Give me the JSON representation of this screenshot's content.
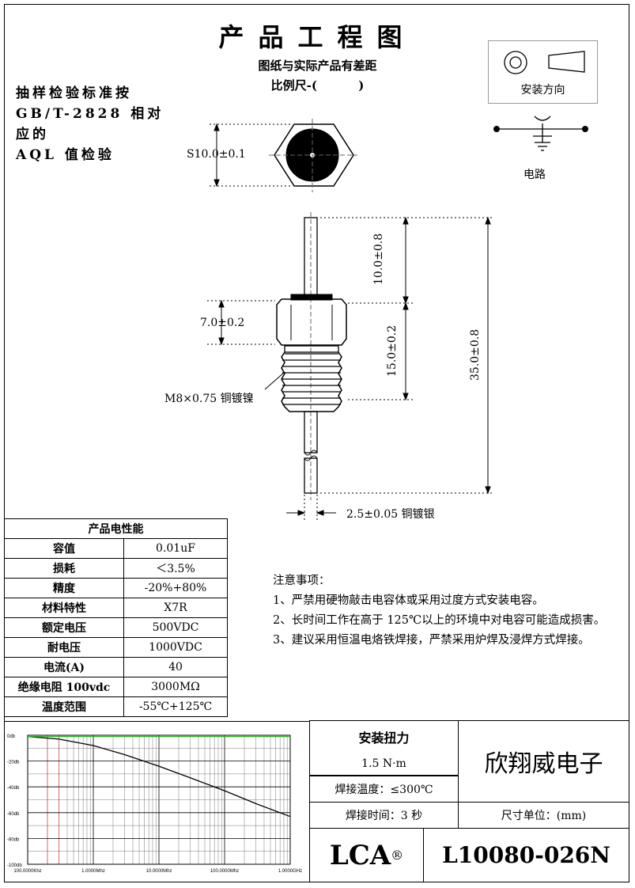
{
  "header": {
    "title": "产品工程图",
    "subtitle": "图纸与实际产品有差距",
    "scale": "比例尺-(          )"
  },
  "sampling_note": [
    "抽样检验标准按",
    "GB/T-2828 相对应的",
    "AQL 值检验"
  ],
  "install_direction": {
    "label": "安装方向"
  },
  "circuit": {
    "label": "电路"
  },
  "dimensions": {
    "hex_size": "S10.0±0.1",
    "top_lead": "10.0±0.8",
    "hex_height": "7.0±0.2",
    "thread_length": "15.0±0.2",
    "total_length": "35.0±0.8",
    "thread": "M8×0.75 铜镀镍",
    "lead_diameter": "2.5±0.05 铜镀银"
  },
  "spec_table": {
    "header": "产品电性能",
    "rows": [
      {
        "key": "容值",
        "value": "0.01uF"
      },
      {
        "key": "损耗",
        "value": "＜3.5%"
      },
      {
        "key": "精度",
        "value": "-20%+80%"
      },
      {
        "key": "材料特性",
        "value": "X7R"
      },
      {
        "key": "额定电压",
        "value": "500VDC"
      },
      {
        "key": "耐电压",
        "value": "1000VDC"
      },
      {
        "key": "电流(A)",
        "value": "40"
      },
      {
        "key": "绝缘电阻 100vdc",
        "value": "3000MΩ"
      },
      {
        "key": "温度范围",
        "value": "-55℃+125℃"
      }
    ]
  },
  "notes": {
    "title": "注意事项：",
    "items": [
      "1、严禁用硬物敲击电容体或采用过度方式安装电容。",
      "2、长时间工作在高于 125℃以上的环境中对电容可能造成损害。",
      "3、建议采用恒温电烙铁焊接，严禁采用炉焊及浸焊方式焊接。"
    ]
  },
  "chart_data": {
    "type": "line",
    "x_ticks": [
      "100.0000Khz",
      "1.0000Mhz",
      "10.0000Mhz",
      "100.0000Mhz",
      "1.0000GHz"
    ],
    "y_ticks": [
      "0db",
      "-20db",
      "-40db",
      "-60db",
      "-80db",
      "-100db"
    ],
    "ylim": [
      -100,
      0
    ],
    "x_scale": "log",
    "series": [
      {
        "color": "#000000",
        "x_hz": [
          100000,
          300000,
          1000000,
          3000000,
          10000000,
          30000000,
          100000000,
          300000000,
          1000000000
        ],
        "y_db": [
          -1,
          -3,
          -8,
          -15,
          -24,
          -33,
          -43,
          -53,
          -63
        ]
      },
      {
        "color": "#22bb22",
        "x_hz": [
          100000,
          1000000000
        ],
        "y_db": [
          -1,
          -1
        ]
      }
    ]
  },
  "title_block": {
    "torque_label": "安装扭力",
    "torque_value": "1.5 N·m",
    "company": "欣翔威电子",
    "solder_temp": "焊接温度：≤300℃",
    "solder_time": "焊接时间：3 秒",
    "unit": "尺寸单位：(mm)",
    "brand": "LCA",
    "registered": "®",
    "part_number": "L10080-026N"
  }
}
